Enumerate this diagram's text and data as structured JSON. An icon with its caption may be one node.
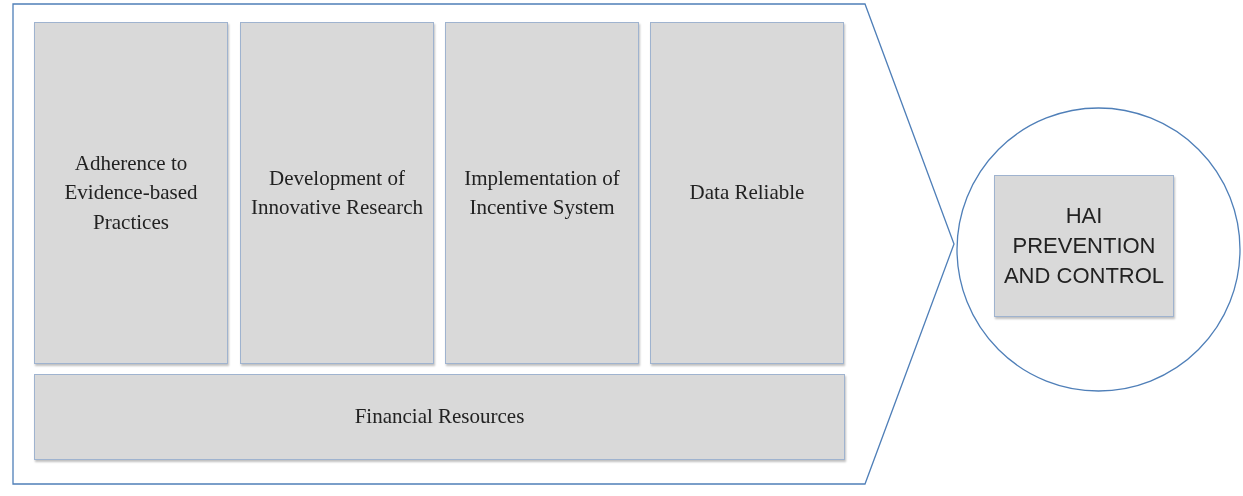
{
  "diagram": {
    "nodes": [
      {
        "text": [],
        "shape": "pentagon"
      },
      {
        "text": [
          "Adherence to Evidence-based Practices"
        ],
        "in": 0
      },
      {
        "text": [
          "Development of Innovative Research"
        ],
        "in": 0
      },
      {
        "text": [
          "Implementation of Incentive System"
        ],
        "in": 0
      },
      {
        "text": [
          "Data Reliable"
        ],
        "in": 0
      },
      {
        "text": [
          "Financial Resources"
        ],
        "in": 0
      },
      {
        "text": [],
        "shape": "circle"
      },
      {
        "text": [
          "HAI PREVENTION AND CONTROL"
        ],
        "in": 6
      }
    ],
    "edges": []
  }
}
